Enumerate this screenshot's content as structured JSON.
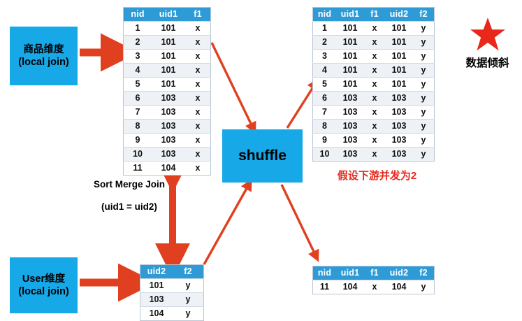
{
  "diagram": {
    "title_note": "Sort Merge Join shuffle data skew diagram",
    "accent_blue": "#17A8E8",
    "header_blue": "#2E9BD6",
    "arrow_red": "#E0401F",
    "warn_red": "#E8281B"
  },
  "boxes": {
    "product": {
      "line1": "商品维度",
      "line2": "(local join)"
    },
    "user": {
      "line1": "User维度",
      "line2": "(local join)"
    },
    "shuffle": {
      "label": "shuffle"
    }
  },
  "labels": {
    "sort_merge_join": "Sort Merge Join",
    "join_condition": "(uid1 = uid2)",
    "downstream_concurrency": "假设下游并发为2",
    "data_skew": "数据倾斜",
    "star_icon": "red-star-icon"
  },
  "tables": {
    "left_product": {
      "name": "product-dimension-table",
      "columns": [
        "nid",
        "uid1",
        "f1"
      ],
      "rows": [
        [
          "1",
          "101",
          "x"
        ],
        [
          "2",
          "101",
          "x"
        ],
        [
          "3",
          "101",
          "x"
        ],
        [
          "4",
          "101",
          "x"
        ],
        [
          "5",
          "101",
          "x"
        ],
        [
          "6",
          "103",
          "x"
        ],
        [
          "7",
          "103",
          "x"
        ],
        [
          "8",
          "103",
          "x"
        ],
        [
          "9",
          "103",
          "x"
        ],
        [
          "10",
          "103",
          "x"
        ],
        [
          "11",
          "104",
          "x"
        ]
      ]
    },
    "bottom_user": {
      "name": "user-dimension-table",
      "columns": [
        "uid2",
        "f2"
      ],
      "rows": [
        [
          "101",
          "y"
        ],
        [
          "103",
          "y"
        ],
        [
          "104",
          "y"
        ]
      ]
    },
    "output_top": {
      "name": "shuffle-output-partition-1",
      "columns": [
        "nid",
        "uid1",
        "f1",
        "uid2",
        "f2"
      ],
      "rows": [
        [
          "1",
          "101",
          "x",
          "101",
          "y"
        ],
        [
          "2",
          "101",
          "x",
          "101",
          "y"
        ],
        [
          "3",
          "101",
          "x",
          "101",
          "y"
        ],
        [
          "4",
          "101",
          "x",
          "101",
          "y"
        ],
        [
          "5",
          "101",
          "x",
          "101",
          "y"
        ],
        [
          "6",
          "103",
          "x",
          "103",
          "y"
        ],
        [
          "7",
          "103",
          "x",
          "103",
          "y"
        ],
        [
          "8",
          "103",
          "x",
          "103",
          "y"
        ],
        [
          "9",
          "103",
          "x",
          "103",
          "y"
        ],
        [
          "10",
          "103",
          "x",
          "103",
          "y"
        ]
      ]
    },
    "output_bottom": {
      "name": "shuffle-output-partition-2",
      "columns": [
        "nid",
        "uid1",
        "f1",
        "uid2",
        "f2"
      ],
      "rows": [
        [
          "11",
          "104",
          "x",
          "104",
          "y"
        ]
      ]
    }
  }
}
